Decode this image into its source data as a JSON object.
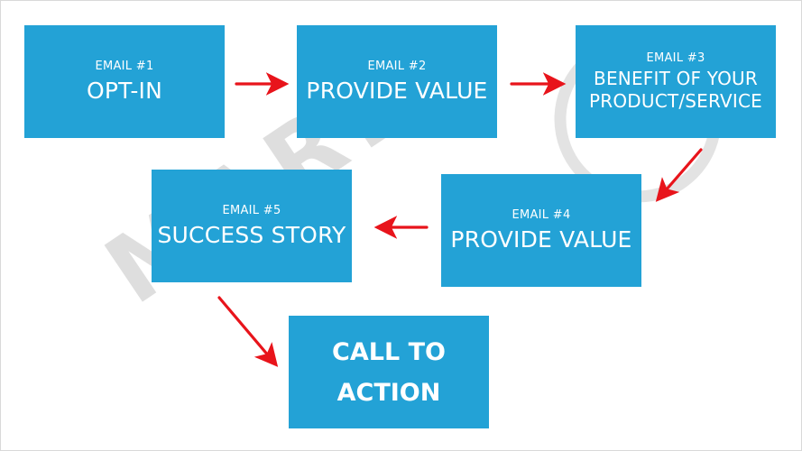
{
  "watermark": {
    "text": "MARK",
    "color": "#d9d9d9"
  },
  "colors": {
    "box": "#23a2d6",
    "arrow": "#e8141b",
    "text": "#ffffff"
  },
  "steps": [
    {
      "label": "EMAIL #1",
      "title": "OPT-IN"
    },
    {
      "label": "EMAIL #2",
      "title": "PROVIDE VALUE"
    },
    {
      "label": "EMAIL #3",
      "title": "BENEFIT OF YOUR PRODUCT/SERVICE"
    },
    {
      "label": "EMAIL #4",
      "title": "PROVIDE VALUE"
    },
    {
      "label": "EMAIL #5",
      "title": "SUCCESS STORY"
    }
  ],
  "cta": {
    "title": "CALL TO ACTION"
  }
}
